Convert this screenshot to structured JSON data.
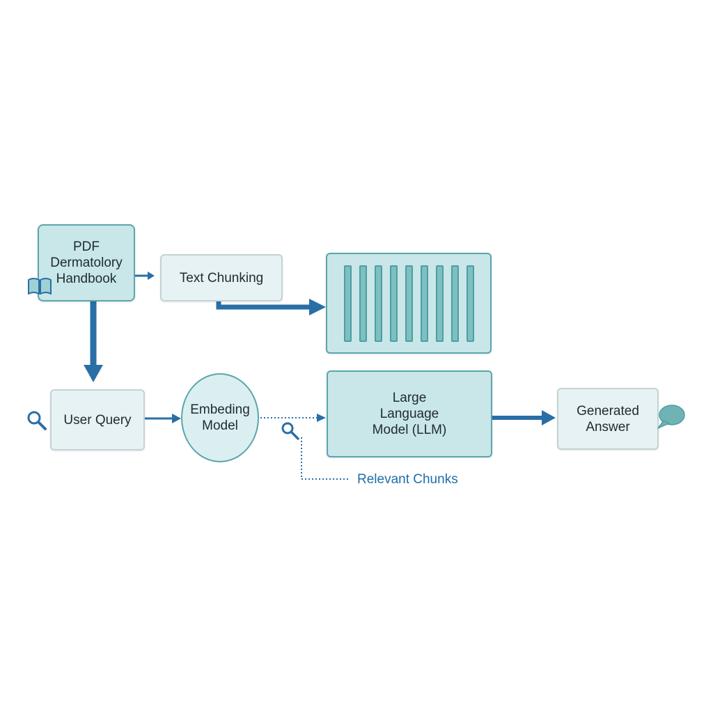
{
  "nodes": {
    "pdf": {
      "lines": [
        "PDF",
        "Dermatolory",
        "Handbook"
      ]
    },
    "text_chunking": {
      "label": "Text Chunking"
    },
    "user_query": {
      "label": "User Query"
    },
    "embedding_model": {
      "lines": [
        "Embeding",
        "Model"
      ]
    },
    "llm": {
      "lines": [
        "Large",
        "Language",
        "Model (LLM)"
      ]
    },
    "generated_answer": {
      "lines": [
        "Generated",
        "Answer"
      ]
    }
  },
  "vector_store": {
    "chunk_count": 9
  },
  "annotations": {
    "relevant_chunks": "Relevant Chunks"
  },
  "icons": [
    "book-icon",
    "search-icon",
    "search-icon",
    "speech-bubble-icon"
  ],
  "colors": {
    "arrow": "#2a6ea6",
    "node_fill": "#c9e6e8",
    "node_border": "#5aa6aa",
    "light_fill": "#e6f2f3",
    "light_border": "#c4d3d5",
    "chunk_bar": "#7cc0c2",
    "bubble": "#6fb3b5",
    "text": "#1f2a33"
  }
}
